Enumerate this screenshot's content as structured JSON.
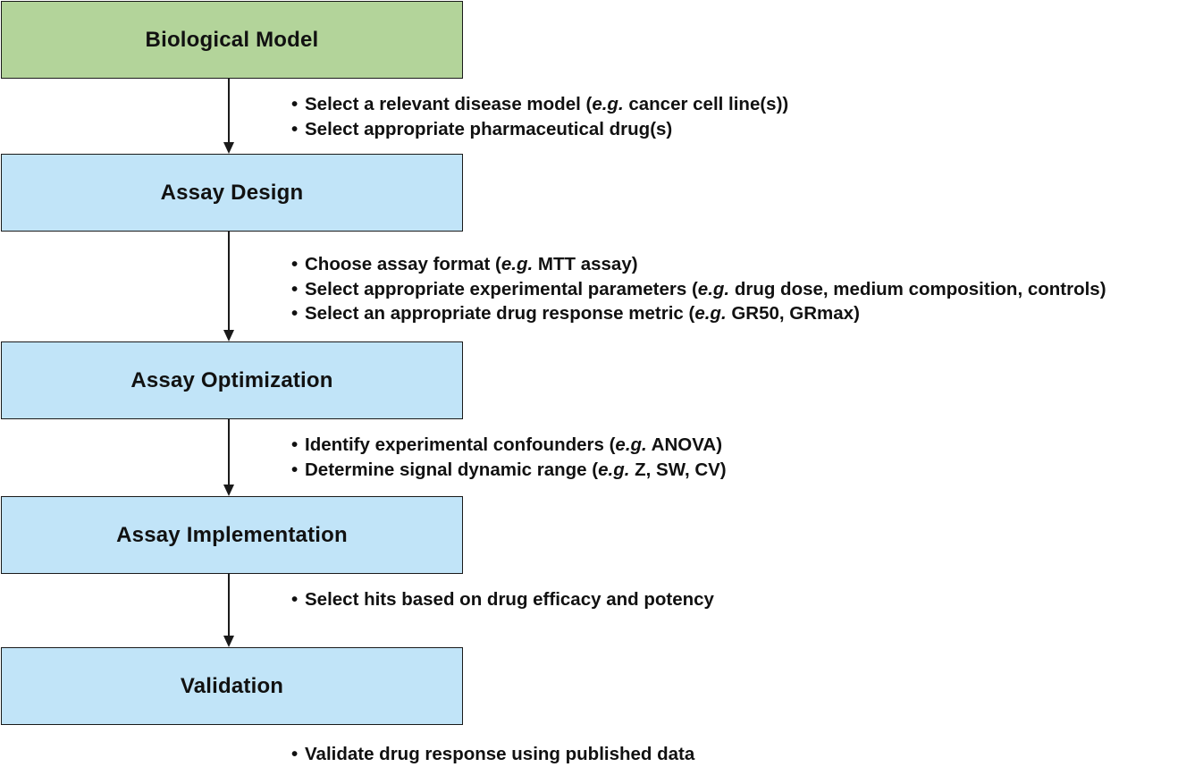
{
  "colors": {
    "first_stage_fill": "#b3d49a",
    "stage_fill": "#c1e4f8",
    "border": "#1a1a1a"
  },
  "stages": [
    {
      "title": "Biological Model",
      "notes": [
        {
          "pre": "Select a relevant disease model (",
          "eg": "e.g.",
          "post": " cancer cell line(s))"
        },
        {
          "pre": "Select appropriate pharmaceutical drug(s)",
          "eg": "",
          "post": ""
        }
      ]
    },
    {
      "title": "Assay Design",
      "notes": [
        {
          "pre": "Choose assay format (",
          "eg": "e.g.",
          "post": " MTT assay)"
        },
        {
          "pre": "Select appropriate experimental parameters (",
          "eg": "e.g.",
          "post": " drug dose, medium composition, controls)"
        },
        {
          "pre": "Select an appropriate drug response metric (",
          "eg": "e.g.",
          "post": " GR50, GRmax)"
        }
      ]
    },
    {
      "title": "Assay Optimization",
      "notes": [
        {
          "pre": "Identify experimental confounders (",
          "eg": "e.g.",
          "post": " ANOVA)"
        },
        {
          "pre": "Determine signal dynamic range (",
          "eg": "e.g.",
          "post": " Z, SW, CV)"
        }
      ]
    },
    {
      "title": "Assay Implementation",
      "notes": [
        {
          "pre": "Select hits based on drug efficacy and potency",
          "eg": "",
          "post": ""
        }
      ]
    },
    {
      "title": "Validation",
      "notes": [
        {
          "pre": "Validate drug response using published data",
          "eg": "",
          "post": ""
        }
      ]
    }
  ]
}
